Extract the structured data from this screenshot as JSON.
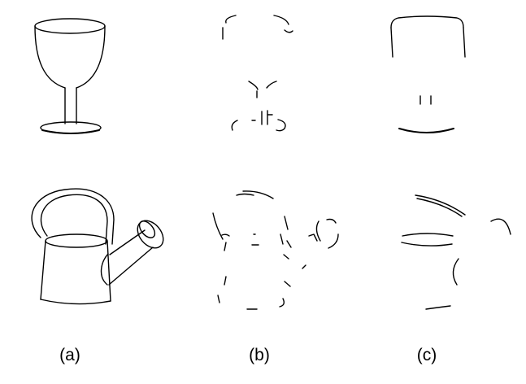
{
  "captions": {
    "a": "(a)",
    "b": "(b)",
    "c": "(c)"
  },
  "colors": {
    "line": "#000000",
    "background": "#ffffff"
  }
}
